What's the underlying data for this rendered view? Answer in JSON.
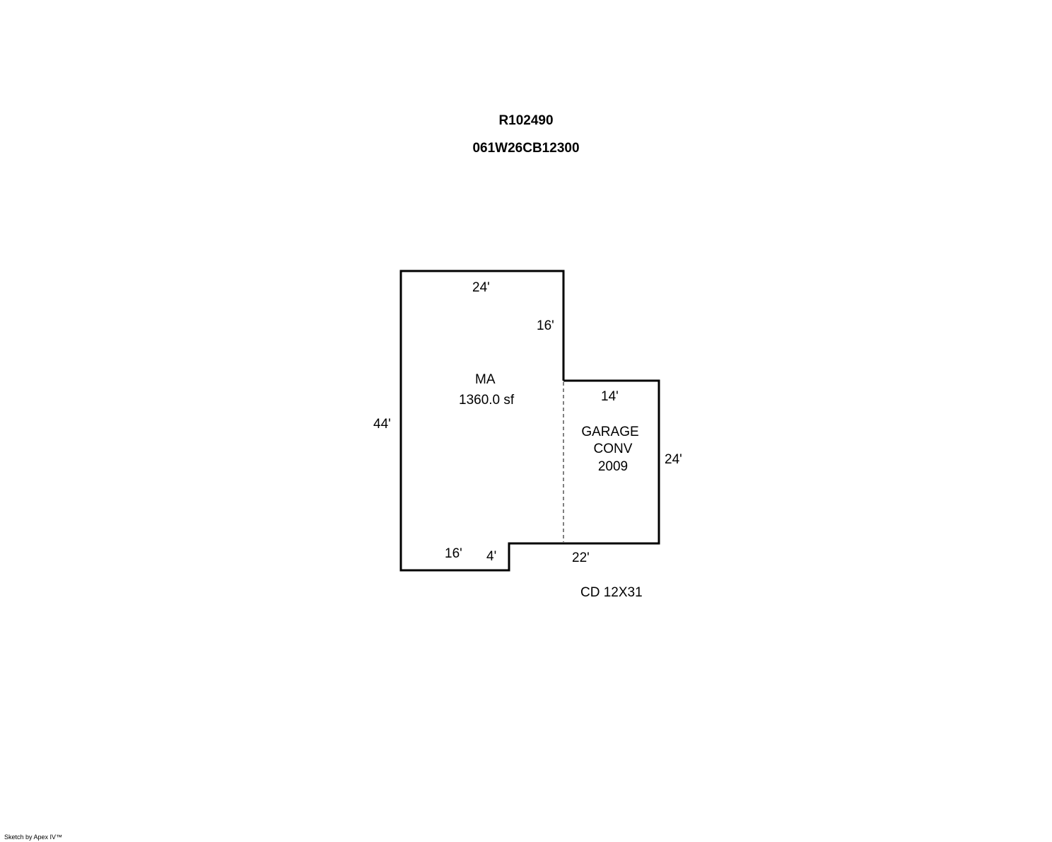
{
  "header": {
    "account_id": "R102490",
    "map_taxlot": "061W26CB12300"
  },
  "areas": [
    {
      "code": "MA",
      "size": "1360.0 sf"
    },
    {
      "lines": [
        "GARAGE",
        "CONV",
        "2009"
      ]
    }
  ],
  "dimensions": {
    "ma_top": "24'",
    "ma_right_upper": "16'",
    "ma_left": "44'",
    "ma_bottom": "16'",
    "ma_step": "4'",
    "garage_top": "14'",
    "garage_right": "24'",
    "garage_bottom": "22'"
  },
  "notes": {
    "deck": "CD 12X31"
  },
  "footer": {
    "credit": "Sketch by Apex IV™"
  },
  "colors": {
    "line": "#000000",
    "background": "#ffffff"
  }
}
